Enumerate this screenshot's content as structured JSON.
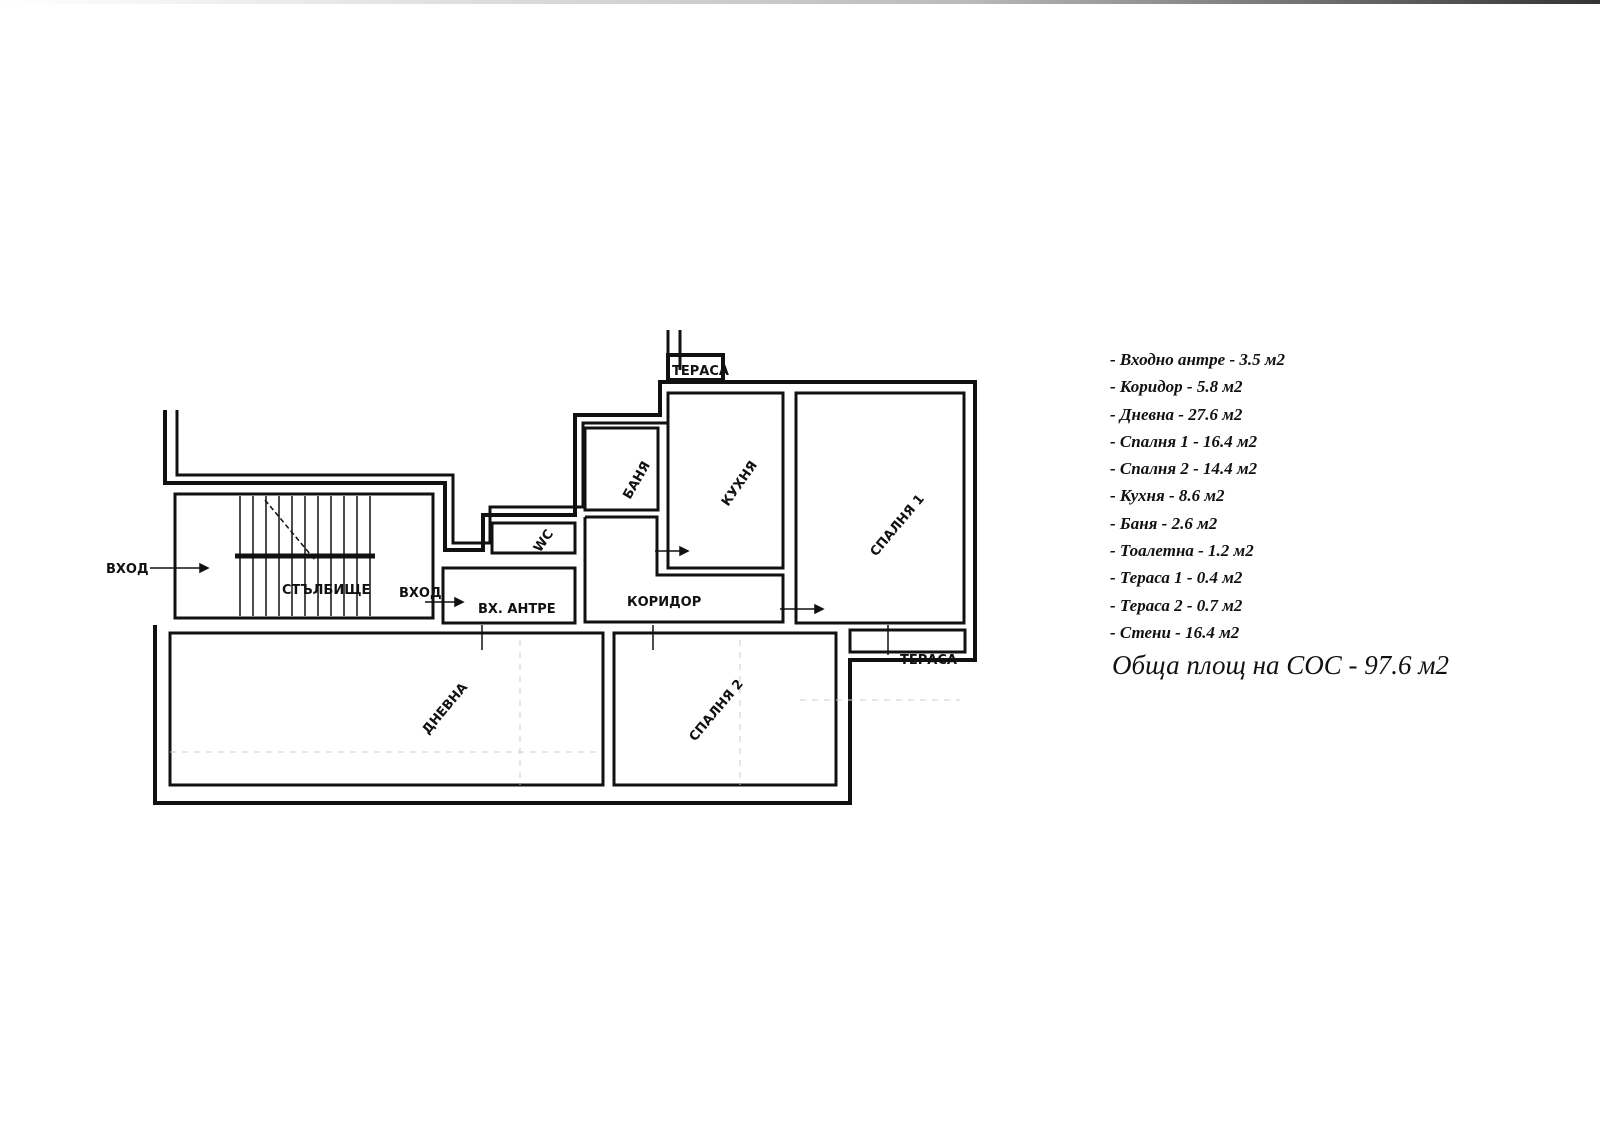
{
  "plan": {
    "labels": {
      "entrance_outer": "ВХОД",
      "staircase": "СТЪЛБИЩЕ",
      "entrance_inner": "ВХОД",
      "entry_hall": "ВХ. АНТРЕ",
      "wc": "WC",
      "bathroom": "БАНЯ",
      "kitchen": "КУХНЯ",
      "corridor": "КОРИДОР",
      "bedroom1": "СПАЛНЯ 1",
      "living": "ДНЕВНА",
      "bedroom2": "СПАЛНЯ 2",
      "terrace1": "ТЕРАСА",
      "terrace2": "ТЕРАСА"
    }
  },
  "legend": {
    "items": [
      "- Входно антре - 3.5 м2",
      "- Коридор - 5.8 м2",
      "- Дневна - 27.6 м2",
      "- Спалня 1 - 16.4 м2",
      "- Спалня 2 - 14.4 м2",
      "- Кухня - 8.6 м2",
      "- Баня - 2.6 м2",
      "- Тоалетна - 1.2 м2",
      "- Тераса 1 - 0.4 м2",
      "- Тераса 2 - 0.7 м2",
      "- Стени - 16.4 м2"
    ],
    "total": "Обща площ на СОС - 97.6 м2"
  }
}
